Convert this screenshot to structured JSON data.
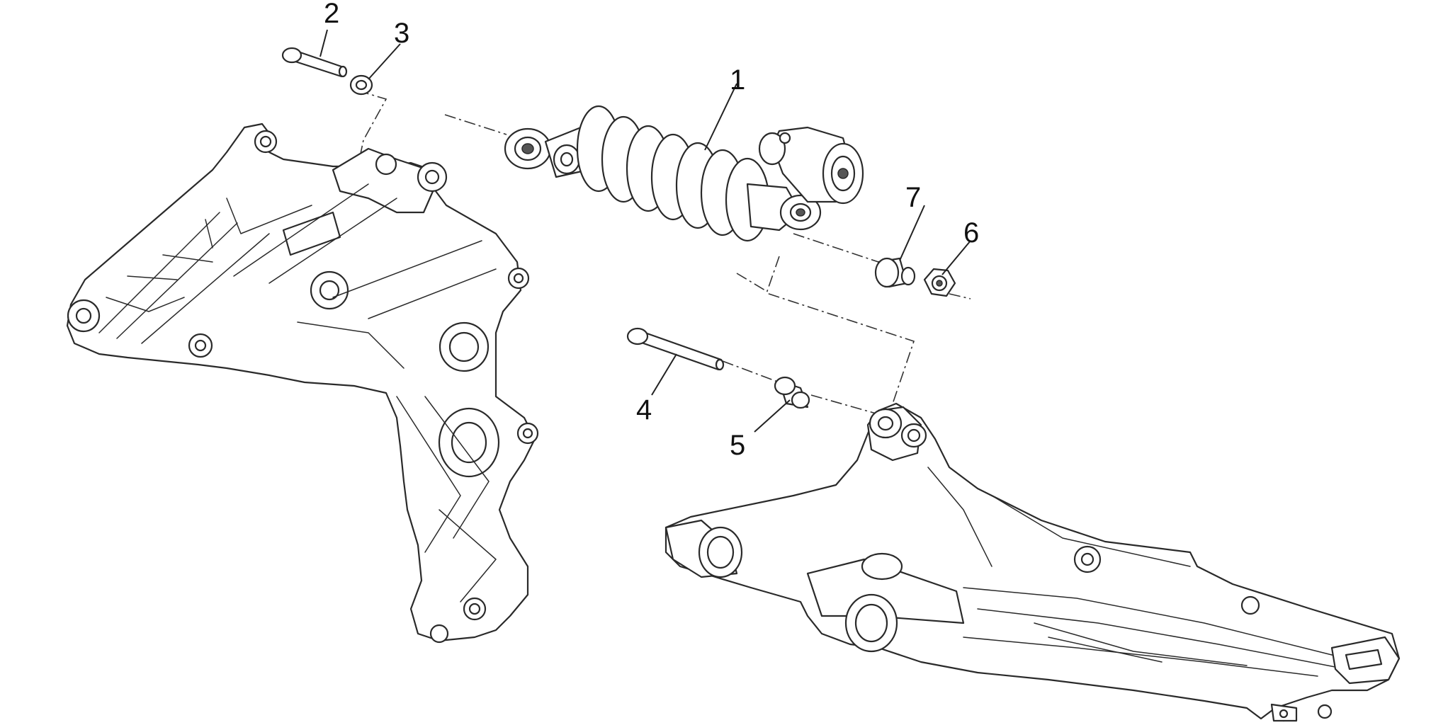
{
  "diagram": {
    "callouts": [
      {
        "id": "shock-absorber",
        "label": "1"
      },
      {
        "id": "upper-bolt",
        "label": "2"
      },
      {
        "id": "upper-washer",
        "label": "3"
      },
      {
        "id": "lower-bolt",
        "label": "4"
      },
      {
        "id": "lower-bushing",
        "label": "5"
      },
      {
        "id": "nut",
        "label": "6"
      },
      {
        "id": "spacer",
        "label": "7"
      }
    ]
  }
}
